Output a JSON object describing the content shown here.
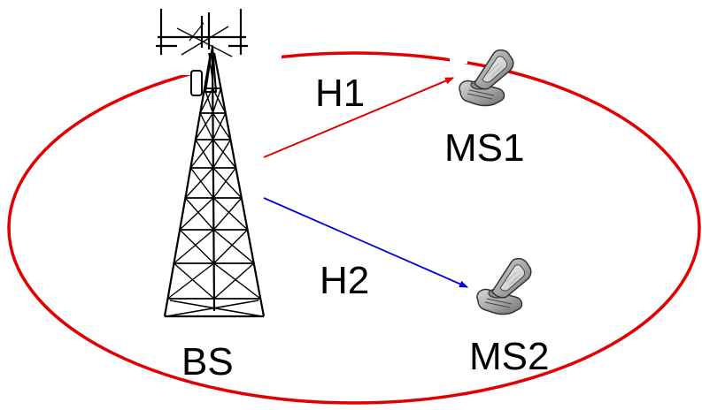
{
  "labels": {
    "base_station": "BS",
    "mobile_station_1": "MS1",
    "mobile_station_2": "MS2",
    "channel_1": "H1",
    "channel_2": "H2"
  },
  "colors": {
    "coverage_ellipse": "#e00000",
    "channel_1_arrow": "#e00000",
    "channel_2_arrow": "#0000e0",
    "tower": "#000000",
    "phone_body": "#9a9a9a",
    "label_text": "#000000"
  },
  "icons": {
    "base_station": "cell-tower-icon",
    "mobile_station": "mobile-phone-icon"
  }
}
